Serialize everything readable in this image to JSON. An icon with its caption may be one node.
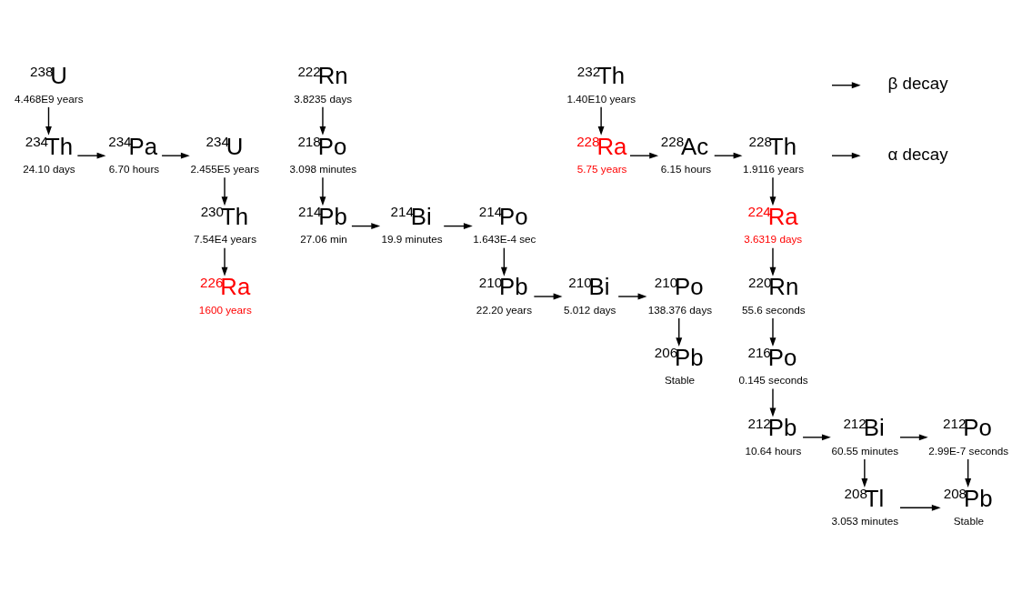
{
  "diagram": {
    "nodes": [
      {
        "text": [
          "$^{238}$U",
          "4.468E9 years"
        ]
      },
      {
        "text": [
          "$^{234}$Th",
          "24.10 days"
        ]
      },
      {
        "text": [
          "$^{234}$Pa",
          "6.70 hours"
        ]
      },
      {
        "text": [
          "$^{234}$U",
          "2.455E5 years"
        ]
      },
      {
        "text": [
          "$^{230}$Th",
          "7.54E4 years"
        ]
      },
      {
        "text": [
          "$^{226}$Ra",
          "1600 years"
        ]
      },
      {
        "text": [
          "$^{222}$Rn",
          "3.8235 days"
        ]
      },
      {
        "text": [
          "$^{218}$Po",
          "3.098 minutes"
        ]
      },
      {
        "text": [
          "$^{214}$Pb",
          "27.06 min"
        ]
      },
      {
        "text": [
          "$^{214}$Bi",
          "19.9 minutes"
        ]
      },
      {
        "text": [
          "$^{214}$Po",
          "1.643E-4 sec"
        ]
      },
      {
        "text": [
          "$^{210}$Pb",
          "22.20 years"
        ]
      },
      {
        "text": [
          "$^{210}$Bi",
          "5.012 days"
        ]
      },
      {
        "text": [
          "$^{210}$Po",
          "138.376 days"
        ]
      },
      {
        "text": [
          "$^{206}$Pb",
          "Stable"
        ]
      },
      {
        "text": [
          "$^{232}$Th",
          "1.40E10 years"
        ]
      },
      {
        "text": [
          "$^{228}$Ra",
          "5.75 years"
        ]
      },
      {
        "text": [
          "$^{228}$Ac",
          "6.15 hours"
        ]
      },
      {
        "text": [
          "$^{228}$Th",
          "1.9116 years"
        ]
      },
      {
        "text": [
          "$^{224}$Ra",
          "3.6319 days"
        ]
      },
      {
        "text": [
          "$^{220}$Rn",
          "55.6 seconds"
        ]
      },
      {
        "text": [
          "$^{216}$Po",
          "0.145 seconds"
        ]
      },
      {
        "text": [
          "$^{212}$Pb",
          "10.64 hours"
        ]
      },
      {
        "text": [
          "$^{212}$Bi",
          "60.55 minutes"
        ]
      },
      {
        "text": [
          "$^{212}$Po",
          "2.99E-7 seconds"
        ]
      },
      {
        "text": [
          "$^{208}$Tl",
          "3.053 minutes"
        ]
      },
      {
        "text": [
          "$^{208}$Pb",
          "Stable"
        ]
      }
    ],
    "edges": [
      {
        "from": 0,
        "to": 1,
        "arrow": "to"
      },
      {
        "from": 1,
        "to": 2,
        "arrow": "to"
      },
      {
        "from": 2,
        "to": 3,
        "arrow": "to"
      },
      {
        "from": 3,
        "to": 4,
        "arrow": "to"
      },
      {
        "from": 4,
        "to": 5,
        "arrow": "to"
      },
      {
        "from": 6,
        "to": 7,
        "arrow": "to"
      },
      {
        "from": 7,
        "to": 8,
        "arrow": "to"
      },
      {
        "from": 8,
        "to": 9,
        "arrow": "to"
      },
      {
        "from": 9,
        "to": 10,
        "arrow": "to"
      },
      {
        "from": 10,
        "to": 11,
        "arrow": "to"
      },
      {
        "from": 11,
        "to": 12,
        "arrow": "to"
      },
      {
        "from": 12,
        "to": 13,
        "arrow": "to"
      },
      {
        "from": 13,
        "to": 14,
        "arrow": "to"
      },
      {
        "from": 15,
        "to": 16,
        "arrow": "to"
      },
      {
        "from": 16,
        "to": 17,
        "arrow": "to"
      },
      {
        "from": 17,
        "to": 18,
        "arrow": "to"
      },
      {
        "from": 18,
        "to": 19,
        "arrow": "to"
      },
      {
        "from": 19,
        "to": 20,
        "arrow": "to"
      },
      {
        "from": 20,
        "to": 21,
        "arrow": "to"
      },
      {
        "from": 21,
        "to": 22,
        "arrow": "to"
      },
      {
        "from": 22,
        "to": 23,
        "arrow": "to"
      },
      {
        "from": 23,
        "to": 24,
        "arrow": "to"
      },
      {
        "from": 24,
        "to": 26,
        "arrow": "to"
      },
      {
        "from": 23,
        "to": 25,
        "arrow": "to"
      },
      {
        "from": 25,
        "to": 26,
        "arrow": "to"
      }
    ],
    "legend": [
      {
        "text": "β decay"
      },
      {
        "text": "α decay"
      }
    ]
  }
}
